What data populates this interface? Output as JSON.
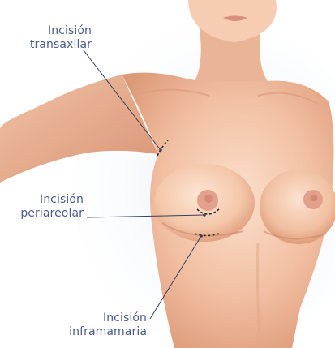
{
  "labels": {
    "transaxilar": {
      "line1": "Incisión",
      "line2": "transaxilar"
    },
    "periareolar": {
      "line1": "Incisión",
      "line2": "periareolar"
    },
    "inframamaria": {
      "line1": "Incisión",
      "line2": "inframamaria"
    }
  },
  "colors": {
    "label_text": "#4d5a8e",
    "skin_light": "#f9d9c4",
    "skin_mid": "#efb596",
    "skin_dark": "#d88f6e",
    "areola": "#e29a86",
    "leader_line": "#3a3f5a",
    "incision_dash": "#2b2b2b",
    "shadow_blue": "#c6d6e6"
  }
}
